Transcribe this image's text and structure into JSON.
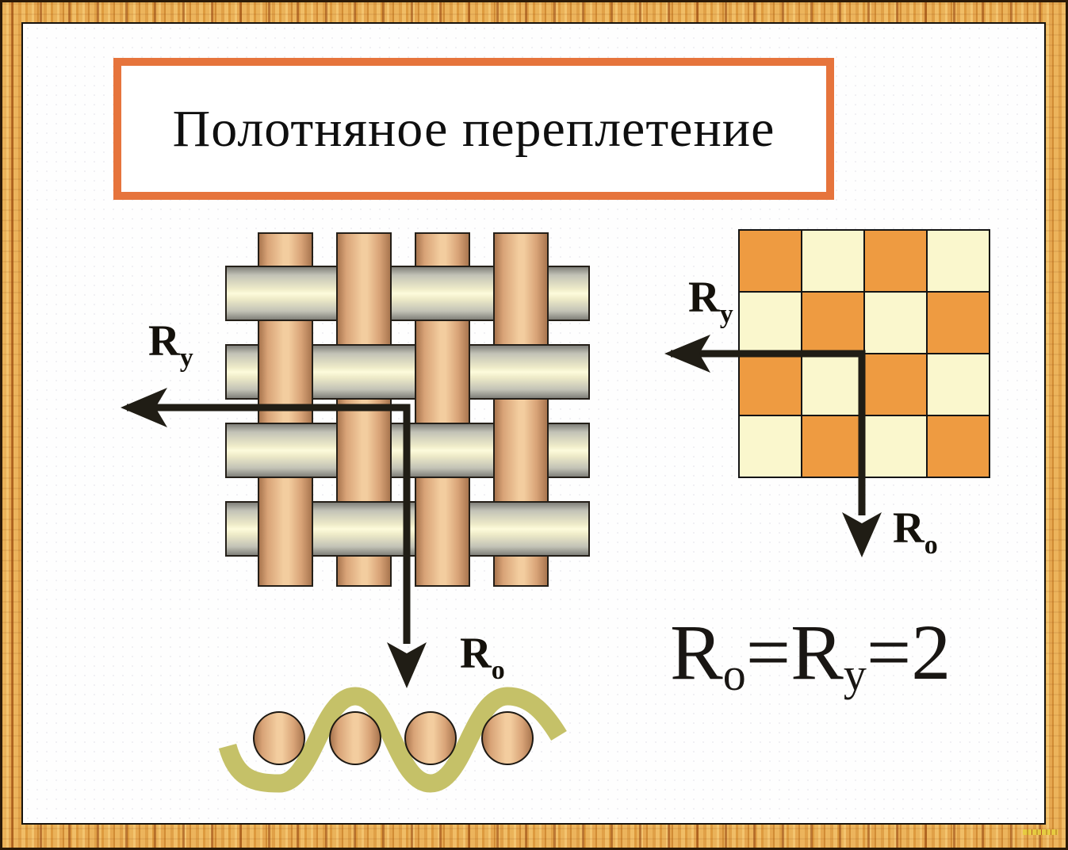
{
  "slide": {
    "title": "Полотняное переплетение",
    "weave_diagram": {
      "vertical_thread_count": 4,
      "horizontal_thread_count": 4,
      "warp_repeat_label": {
        "base": "R",
        "sub": "у"
      },
      "weft_repeat_label": {
        "base": "R",
        "sub": "о"
      }
    },
    "pattern_grid": {
      "rows": 4,
      "cols": 4,
      "matrix": [
        [
          1,
          0,
          1,
          0
        ],
        [
          0,
          1,
          0,
          1
        ],
        [
          1,
          0,
          1,
          0
        ],
        [
          0,
          1,
          0,
          1
        ]
      ],
      "warp_repeat_label": {
        "base": "R",
        "sub": "у"
      },
      "weft_repeat_label": {
        "base": "R",
        "sub": "о"
      }
    },
    "formula": {
      "term1": "R",
      "term1_sub": "о",
      "equals1": "=",
      "term2": "R",
      "term2_sub": "у",
      "equals2": "=",
      "value": "2"
    },
    "cross_section": {
      "circle_count": 4
    }
  },
  "colors": {
    "title_border": "#e6743c",
    "arrow": "#201d15",
    "checker_orange": "#ee9b41",
    "checker_cream": "#faf7cd",
    "olive_thread": "#c5c168",
    "wood_base": "#e8ab52",
    "copper_dark": "#a9764f",
    "copper_mid": "#d8a377",
    "copper_light": "#f3cd9f",
    "silver_dark": "#80807a",
    "silver_mid": "#c2c2b6",
    "silver_light": "#efecc9",
    "silver_lightest": "#fdfbdc"
  }
}
